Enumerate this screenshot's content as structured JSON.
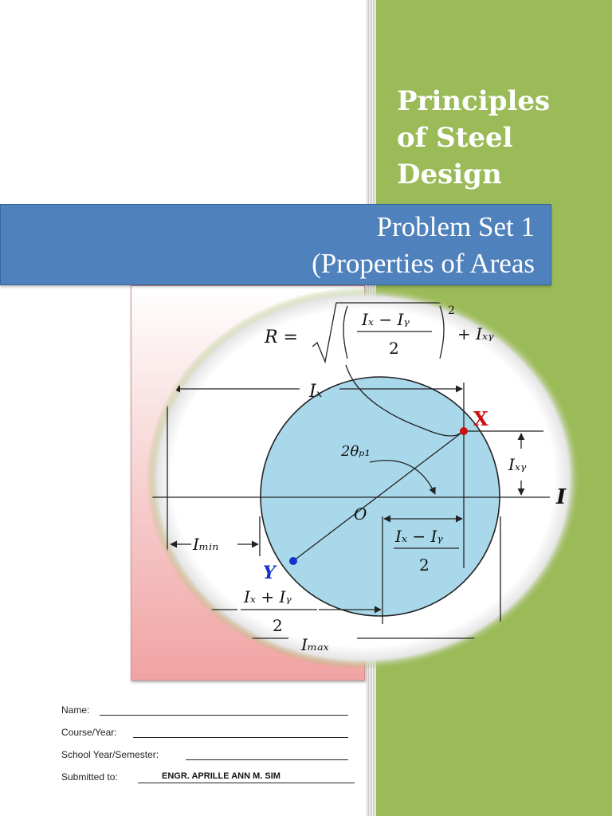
{
  "cover": {
    "title_lines": [
      "Principles",
      "of Steel",
      "Design"
    ],
    "banner_lines": [
      "Problem Set 1",
      "(Properties of Areas"
    ]
  },
  "diagram": {
    "formula_R": "R =",
    "formula_num": "Iₓ − Iᵧ",
    "formula_den": "2",
    "formula_exp": "2",
    "formula_tail": "+ Iₓᵧ",
    "label_Ix": "Iₓ",
    "label_X": "X",
    "label_Y": "Y",
    "label_2theta": "2θₚ₁",
    "label_Ixy": "Iₓᵧ",
    "label_I": "I",
    "label_O": "O",
    "label_Imin": "Iₘᵢₙ",
    "label_diff_num": "Iₓ − Iᵧ",
    "label_diff_den": "2",
    "label_sum_num": "Iₓ + Iᵧ",
    "label_sum_den": "2",
    "label_Imax": "Iₘₐₓ"
  },
  "form": {
    "name_label": "Name:",
    "course_label": "Course/Year:",
    "school_label": "School Year/Semester:",
    "submitted_label": "Submitted to:",
    "submitted_value": "ENGR. APRILLE ANN M. SIM"
  },
  "colors": {
    "green": "#9bbb59",
    "blue": "#4f81bd",
    "circle_fill": "#a8d8ea",
    "point_X": "#cc1111",
    "point_Y": "#1133cc"
  }
}
